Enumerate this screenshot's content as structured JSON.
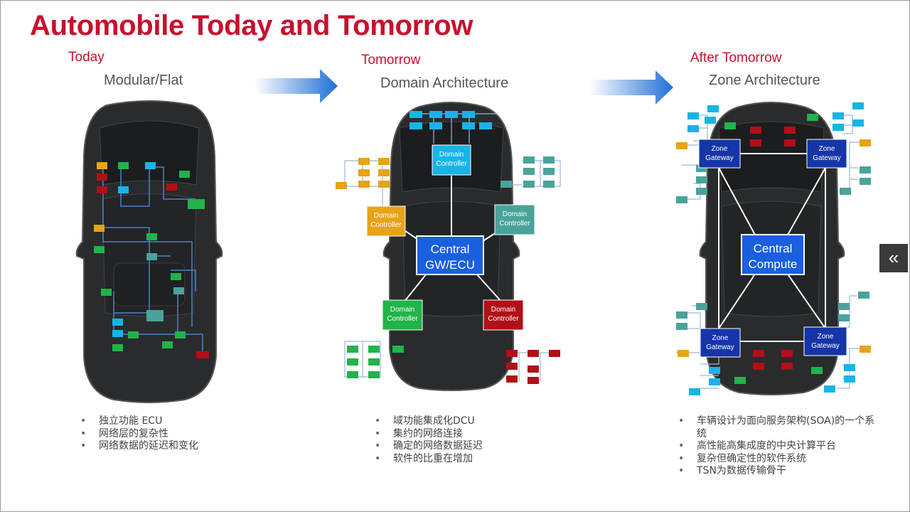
{
  "title": "Automobile Today and Tomorrow",
  "columns": [
    {
      "stage": "Today",
      "architecture": "Modular/Flat",
      "bullets": [
        "独立功能 ECU",
        "网络层的复杂性",
        "网络数据的延迟和变化"
      ]
    },
    {
      "stage": "Tomorrow",
      "architecture": "Domain Architecture",
      "bullets": [
        "域功能集成化DCU",
        "集约的网络连接",
        "确定的网络数据延迟",
        "软件的比重在增加"
      ]
    },
    {
      "stage": "After Tomorrow",
      "architecture": "Zone Architecture",
      "bullets": [
        "车辆设计为面向服务架构(SOA)的一个系统",
        "高性能高集成度的中央计算平台",
        "复杂但确定性的软件系统",
        "TSN为数据传输骨干"
      ]
    }
  ],
  "domain_labels": {
    "central": [
      "Central",
      "GW/ECU"
    ],
    "domain_controller": [
      "Domain",
      "Controller"
    ]
  },
  "zone_labels": {
    "central": [
      "Central",
      "Compute"
    ],
    "zone_gateway": [
      "Zone",
      "Gateway"
    ]
  },
  "colors": {
    "title": "#c8102e",
    "arrow": "#1f6fd6",
    "ecu_orange": "#e8a317",
    "ecu_red": "#b01018",
    "ecu_green": "#22b34a",
    "ecu_cyan": "#19b4e6",
    "ecu_teal": "#4aa39a",
    "central_blue": "#1a5fe0",
    "gateway_navy": "#1535a8"
  },
  "side_button_icon": "double-chevron-left-icon"
}
